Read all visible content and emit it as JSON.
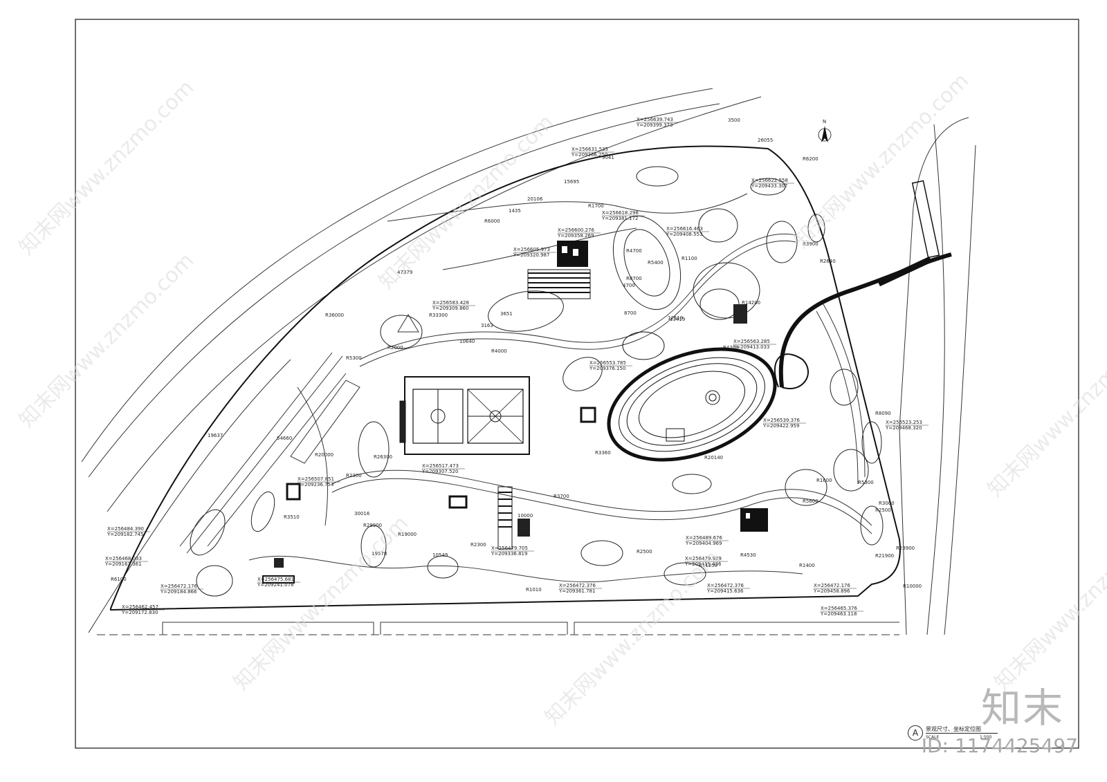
{
  "north_label": "N",
  "dimension_labels": [
    "26055",
    "R6200",
    "R6000",
    "R2000",
    "R3900",
    "R4000",
    "R2640",
    "R8090",
    "R5300",
    "R6100",
    "R2300",
    "R1700",
    "R4700",
    "R5400",
    "R8700",
    "R1100",
    "R14200",
    "R5300",
    "R3000",
    "R20140",
    "R1600",
    "R4200",
    "R26300",
    "R29900",
    "R19000",
    "R3510",
    "R20000",
    "R1400",
    "R5600",
    "R2500",
    "R21900",
    "R23900",
    "R10000",
    "R2300",
    "R3700",
    "R1010",
    "R11250",
    "R4530",
    "R2500",
    "R3360",
    "10000",
    "12519",
    "3163",
    "3651",
    "10640",
    "54660",
    "19637",
    "47379",
    "15695",
    "20106",
    "1435",
    "9041",
    "3500",
    "13419",
    "4700",
    "8700",
    "30016",
    "19578",
    "10549",
    "R33300",
    "R36000"
  ],
  "coordinates": [
    {
      "x": "X=256639.743",
      "y": "Y=209399.373"
    },
    {
      "x": "X=256631.535",
      "y": "Y=209366.250"
    },
    {
      "x": "X=256622.558",
      "y": "Y=209433.307"
    },
    {
      "x": "X=256618.298",
      "y": "Y=209381.172"
    },
    {
      "x": "X=256616.463",
      "y": "Y=209408.553"
    },
    {
      "x": "X=256600.276",
      "y": "Y=209358.269"
    },
    {
      "x": "X=256605.973",
      "y": "Y=209320.987"
    },
    {
      "x": "X=256583.428",
      "y": "Y=209309.860"
    },
    {
      "x": "X=256563.285",
      "y": "Y=209413.033"
    },
    {
      "x": "X=256553.785",
      "y": "Y=209376.150"
    },
    {
      "x": "X=256539.376",
      "y": "Y=209422.959"
    },
    {
      "x": "X=256523.253",
      "y": "Y=209468.320"
    },
    {
      "x": "X=256517.473",
      "y": "Y=209307.520"
    },
    {
      "x": "X=256507.851",
      "y": "Y=209236.754"
    },
    {
      "x": "X=256484.390",
      "y": "Y=209182.745"
    },
    {
      "x": "X=256489.676",
      "y": "Y=209404.969"
    },
    {
      "x": "X=256479.705",
      "y": "Y=209336.819"
    },
    {
      "x": "X=256479.929",
      "y": "Y=209415.436"
    },
    {
      "x": "X=256475.681",
      "y": "Y=209241.078"
    },
    {
      "x": "X=256472.376",
      "y": "Y=209361.781"
    },
    {
      "x": "X=256472.376",
      "y": "Y=209415.636"
    },
    {
      "x": "X=256472.176",
      "y": "Y=209458.896"
    },
    {
      "x": "X=256468.033",
      "y": "Y=209163.361"
    },
    {
      "x": "X=256472.176",
      "y": "Y=209184.866"
    },
    {
      "x": "X=256462.457",
      "y": "Y=209172.830"
    },
    {
      "x": "X=256465.376",
      "y": "Y=209463.118"
    }
  ],
  "title_block": {
    "index": "A",
    "title": "景观尺寸、坐标定位图",
    "scale_label": "SCALE",
    "scale_value": "1:500"
  },
  "watermark": {
    "site": "知末网www.znzmo.com",
    "brand": "知末",
    "id": "ID: 1174425497"
  }
}
